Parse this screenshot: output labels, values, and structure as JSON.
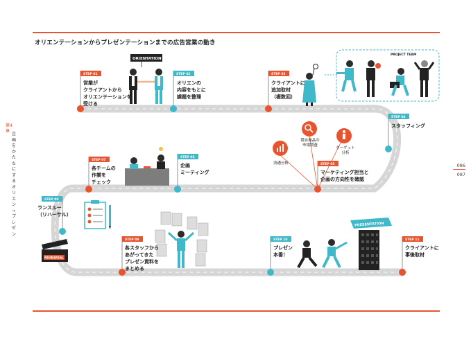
{
  "title": "オリエンテーションからプレゼンテーションまでの広告営業の動き",
  "chapter": "第4章",
  "chapter_title": "企画をかたちにする オリエン→プレゼン",
  "pages": {
    "top": "086",
    "bottom": "087"
  },
  "signs": {
    "orientation": "ORIENTATION",
    "project_team": "PROJECT TEAM",
    "presentation": "PRESENTATION",
    "rehearsal": "REHEARSAL"
  },
  "steps": [
    {
      "label": "STEP 01",
      "text": "営業が\nクライアントから\nオリエンテーションを\n受ける"
    },
    {
      "label": "STEP 02",
      "text": "オリエンの\n内容をもとに\n課題を整理"
    },
    {
      "label": "STEP 03",
      "text": "クライアントに\n追加取材\n（複数回）"
    },
    {
      "label": "STEP 04",
      "text": "スタッフィング"
    },
    {
      "label": "STEP 05",
      "text": "マーケティング担当と\n企画の方向性を確認"
    },
    {
      "label": "STEP 06",
      "text": "企画\nミーティング"
    },
    {
      "label": "STEP 07",
      "text": "各チームの\n作業を\nチェック"
    },
    {
      "label": "STEP 08",
      "text": "ランスルー\n（リハーサル）"
    },
    {
      "label": "STEP 09",
      "text": "各スタッフから\nあがってきた\nプレゼン資料を\nまとめる"
    },
    {
      "label": "STEP 10",
      "text": "プレゼン\n本番！"
    },
    {
      "label": "STEP 11",
      "text": "クライアントに\n事後取材"
    }
  ],
  "research": {
    "sales": "流通分析",
    "market": "競合商品の\n市場調査",
    "target": "ターゲット\n分析"
  },
  "colors": {
    "accent": "#e8542e",
    "teal": "#3fb8c9",
    "road": "#d6d6d6",
    "dark": "#222222"
  }
}
